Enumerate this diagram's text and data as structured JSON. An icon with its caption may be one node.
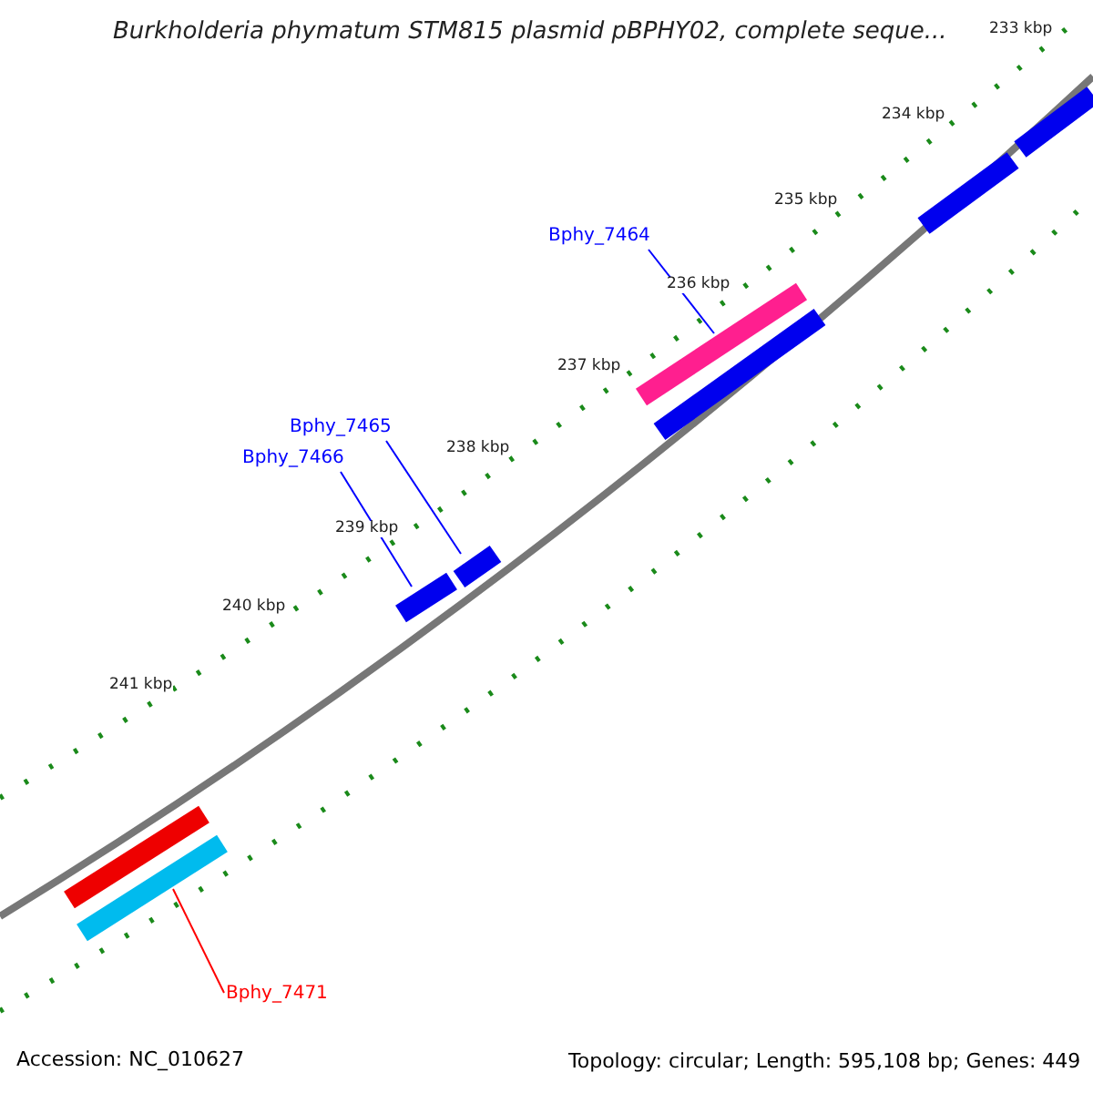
{
  "diagram": {
    "title": "Burkholderia phymatum STM815 plasmid pBPHY02, complete seque...",
    "nodes": [
      {
        "text": [
          "Bphy_7464"
        ]
      },
      {
        "text": [],
        "shape": "bar"
      },
      {
        "text": [
          "Bphy_7465"
        ]
      },
      {
        "text": [],
        "shape": "bar"
      },
      {
        "text": [
          "Bphy_7466"
        ]
      },
      {
        "text": [],
        "shape": "bar"
      },
      {
        "text": [
          "Bphy_7471"
        ]
      },
      {
        "text": [],
        "shape": "bar"
      }
    ],
    "edges": [
      {
        "from": 0,
        "to": 1,
        "arrow": "none"
      },
      {
        "from": 2,
        "to": 3,
        "arrow": "none"
      },
      {
        "from": 4,
        "to": 5,
        "arrow": "none"
      },
      {
        "from": 6,
        "to": 7,
        "arrow": "none",
        "color": "#ff0000"
      }
    ],
    "labels": [
      "233 kbp",
      "234 kbp",
      "235 kbp",
      "236 kbp",
      "237 kbp",
      "238 kbp",
      "239 kbp",
      "240 kbp",
      "241 kbp",
      "Accession: NC_010627",
      "Topology: circular; Length: 595,108 bp; Genes: 449"
    ]
  }
}
